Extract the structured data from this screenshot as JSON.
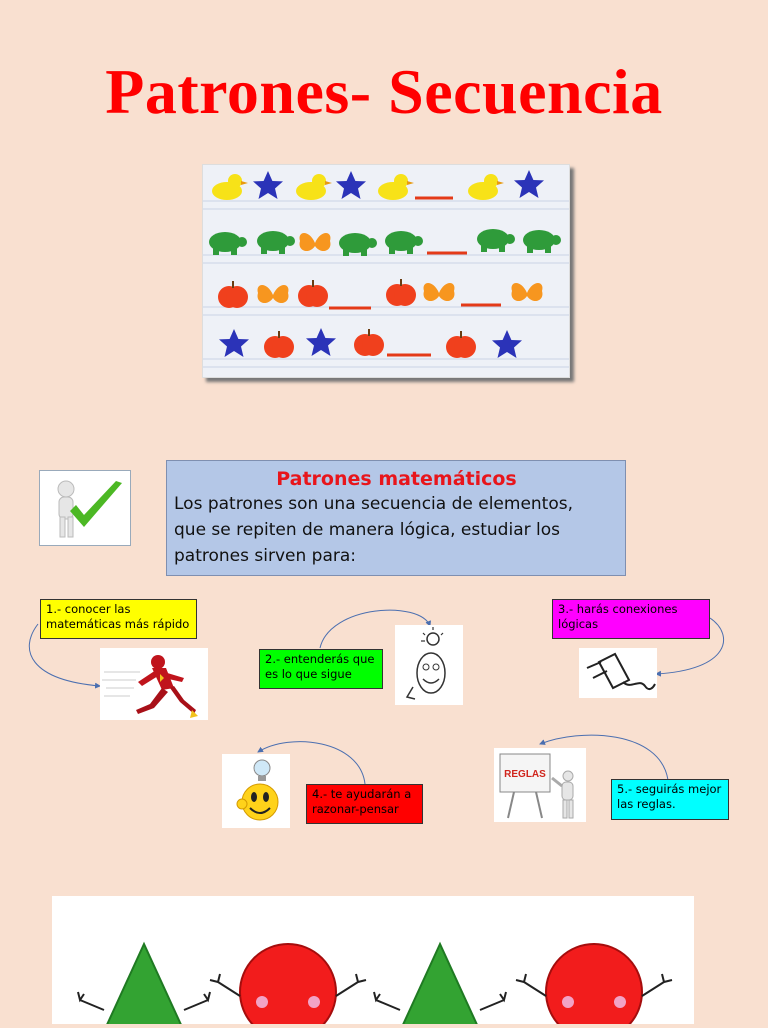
{
  "title": "Patrones- Secuencia",
  "info_box": {
    "title": "Patrones matemáticos",
    "lines": [
      "Los patrones son una secuencia de elementos,",
      "que se repiten de manera lógica, estudiar los",
      "patrones sirven para:"
    ]
  },
  "benefits": [
    {
      "text": "1.- conocer las matemáticas más rápido",
      "color": "#ffff00",
      "icon": "running-superhero-icon"
    },
    {
      "text": "2.- entenderás que es lo que sigue",
      "color": "#00ff00",
      "icon": "lightbulb-thinking-face-icon"
    },
    {
      "text": "3.- harás conexiones lógicas",
      "color": "#ff00ff",
      "icon": "electric-plug-icon"
    },
    {
      "text": "4.- te ayudarán a razonar-pensar",
      "color": "#ff0000",
      "icon": "smiley-lightbulb-icon"
    },
    {
      "text": "5.- seguirás mejor las reglas.",
      "color": "#00ffff",
      "icon": "rules-board-icon"
    }
  ],
  "rules_board_text": "REGLAS",
  "colors": {
    "background": "#f9e0d0",
    "title": "#ff0000",
    "info_box": "#b4c7e7",
    "info_title": "#e8151b"
  }
}
